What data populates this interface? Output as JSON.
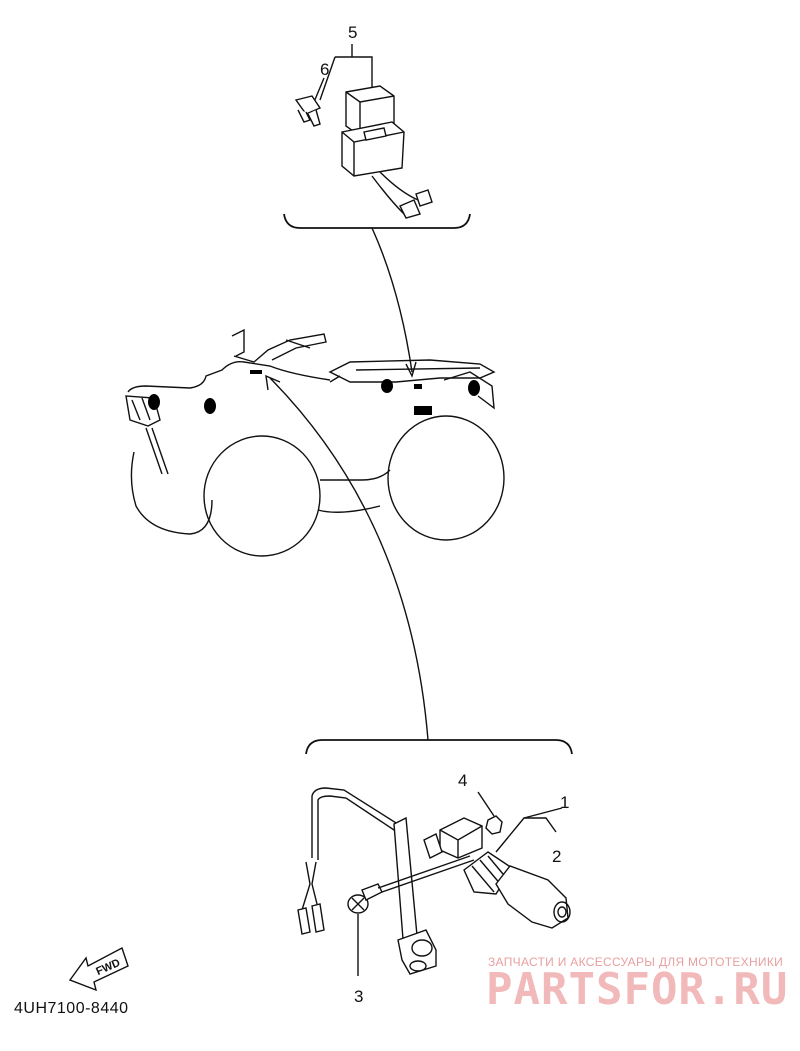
{
  "diagram": {
    "callouts": [
      {
        "id": "1",
        "label": "1"
      },
      {
        "id": "2",
        "label": "2"
      },
      {
        "id": "3",
        "label": "3"
      },
      {
        "id": "4",
        "label": "4"
      },
      {
        "id": "5",
        "label": "5"
      },
      {
        "id": "6",
        "label": "6"
      }
    ],
    "fwd_label": "FWD",
    "diagram_code": "4UH7100-8440"
  },
  "watermark": {
    "tagline": "ЗАПЧАСТИ И АКСЕССУАРЫ ДЛЯ МОТОТЕХНИКИ",
    "logo": "PARTSFOR.RU"
  }
}
